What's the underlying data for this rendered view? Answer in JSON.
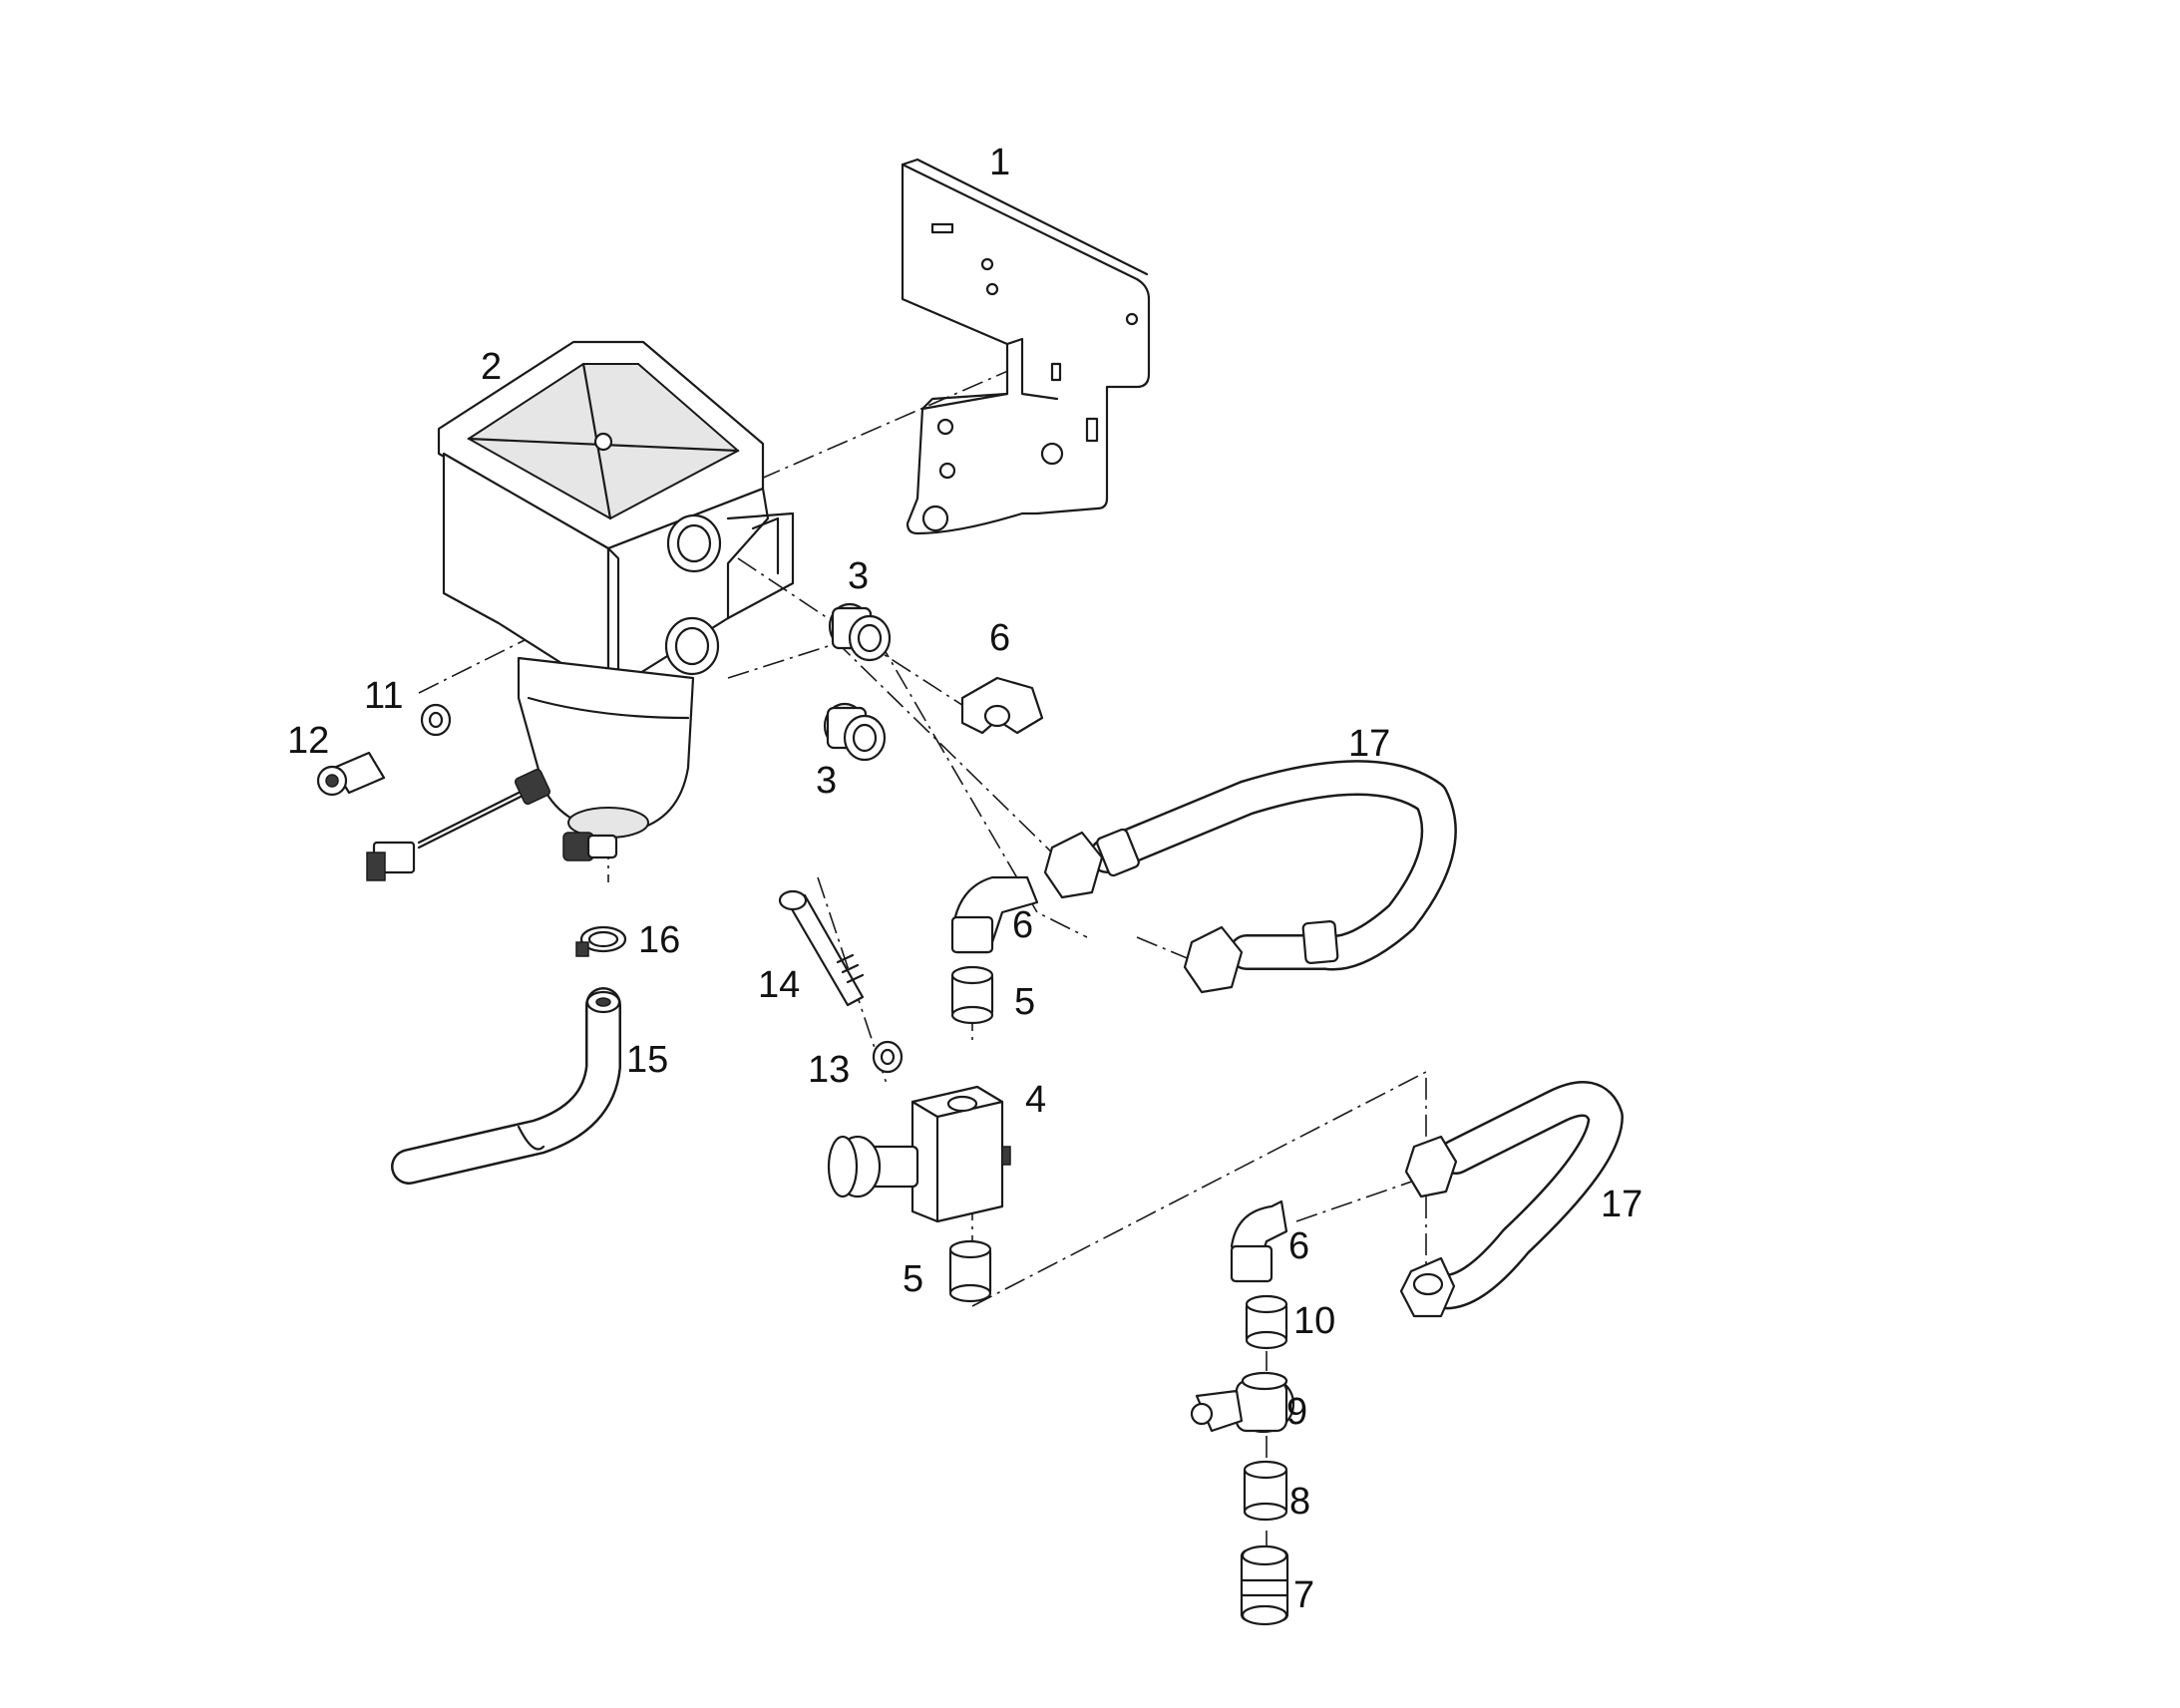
{
  "callouts": [
    {
      "key": "c1",
      "text": "1"
    },
    {
      "key": "c2",
      "text": "2"
    },
    {
      "key": "c3a",
      "text": "3"
    },
    {
      "key": "c3b",
      "text": "3"
    },
    {
      "key": "c4",
      "text": "4"
    },
    {
      "key": "c5a",
      "text": "5"
    },
    {
      "key": "c5b",
      "text": "5"
    },
    {
      "key": "c6a",
      "text": "6"
    },
    {
      "key": "c6b",
      "text": "6"
    },
    {
      "key": "c6c",
      "text": "6"
    },
    {
      "key": "c7",
      "text": "7"
    },
    {
      "key": "c8",
      "text": "8"
    },
    {
      "key": "c9",
      "text": "9"
    },
    {
      "key": "c10",
      "text": "10"
    },
    {
      "key": "c11",
      "text": "11"
    },
    {
      "key": "c12",
      "text": "12"
    },
    {
      "key": "c13",
      "text": "13"
    },
    {
      "key": "c14",
      "text": "14"
    },
    {
      "key": "c15",
      "text": "15"
    },
    {
      "key": "c16",
      "text": "16"
    },
    {
      "key": "c17a",
      "text": "17"
    },
    {
      "key": "c17b",
      "text": "17"
    }
  ]
}
